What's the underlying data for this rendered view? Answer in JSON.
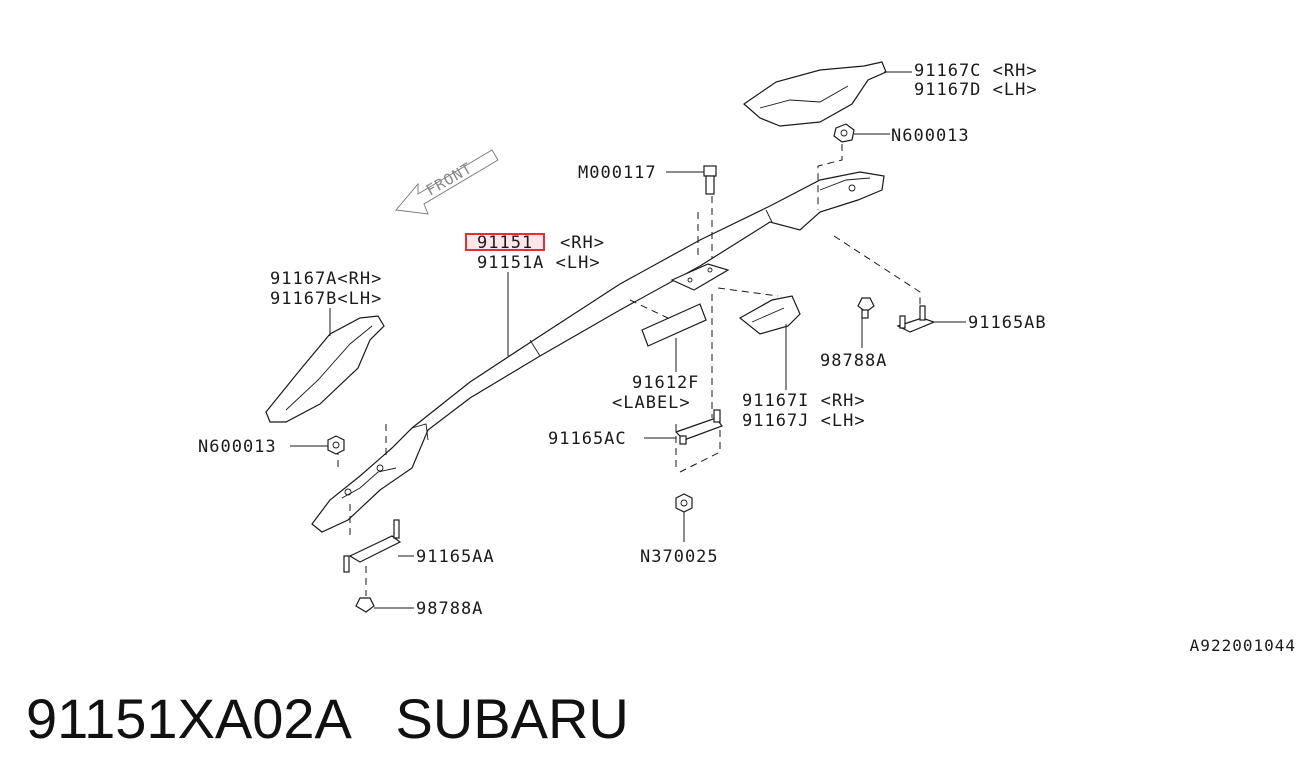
{
  "diagram": {
    "front_label": "FRONT",
    "labels": {
      "p91167C": "91167C <RH>",
      "p91167D": "91167D <LH>",
      "pN600013_top": "N600013",
      "pM000117": "M000117",
      "p91151": "91151",
      "p91151_rh": "<RH>",
      "p91151A": "91151A <LH>",
      "p91167A": "91167A<RH>",
      "p91167B": "91167B<LH>",
      "p91165AB": "91165AB",
      "p98788A_right": "98788A",
      "p91612F": "91612F",
      "p91612F_label": "<LABEL>",
      "p91167I": "91167I <RH>",
      "p91167J": "91167J <LH>",
      "pN600013_left": "N600013",
      "p91165AC": "91165AC",
      "p91165AA": "91165AA",
      "pN370025": "N370025",
      "p98788A_bottom": "98788A"
    },
    "highlighted_part": "91151",
    "highlight_color": "#e03030",
    "reference_code": "A922001044"
  },
  "footer": {
    "part_number": "91151XA02A",
    "brand": "SUBARU",
    "text": "91151XA02A   SUBARU"
  }
}
